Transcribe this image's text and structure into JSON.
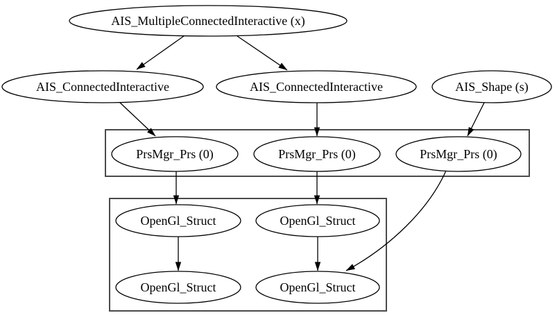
{
  "graph": {
    "type": "directed-graph",
    "colors": {
      "background": "#ffffff",
      "node_fill": "#ffffff",
      "node_stroke": "#000000",
      "text": "#000000",
      "cluster_border": "#4a4a4a"
    },
    "nodes": [
      {
        "id": "a",
        "label": "AIS_MultipleConnectedInteractive (x)"
      },
      {
        "id": "b1",
        "label": "AIS_ConnectedInteractive"
      },
      {
        "id": "b2",
        "label": "AIS_ConnectedInteractive"
      },
      {
        "id": "shape",
        "label": "AIS_Shape (s)"
      },
      {
        "id": "p1",
        "label": "PrsMgr_Prs (0)"
      },
      {
        "id": "p2",
        "label": "PrsMgr_Prs (0)"
      },
      {
        "id": "p3",
        "label": "PrsMgr_Prs (0)"
      },
      {
        "id": "g1",
        "label": "OpenGl_Struct"
      },
      {
        "id": "g2",
        "label": "OpenGl_Struct"
      },
      {
        "id": "g3",
        "label": "OpenGl_Struct"
      },
      {
        "id": "g4",
        "label": "OpenGl_Struct"
      }
    ],
    "edges": [
      {
        "from": "a",
        "to": "b1"
      },
      {
        "from": "a",
        "to": "b2"
      },
      {
        "from": "b1",
        "to": "p1"
      },
      {
        "from": "b2",
        "to": "p2"
      },
      {
        "from": "shape",
        "to": "p3"
      },
      {
        "from": "p1",
        "to": "g1"
      },
      {
        "from": "p2",
        "to": "g2"
      },
      {
        "from": "g1",
        "to": "g3"
      },
      {
        "from": "g2",
        "to": "g4"
      },
      {
        "from": "p3",
        "to": "g4"
      }
    ],
    "clusters": [
      {
        "id": "cluster-prs",
        "contains": [
          "p1",
          "p2",
          "p3"
        ]
      },
      {
        "id": "cluster-structs",
        "contains": [
          "g1",
          "g2",
          "g3",
          "g4"
        ]
      }
    ]
  }
}
